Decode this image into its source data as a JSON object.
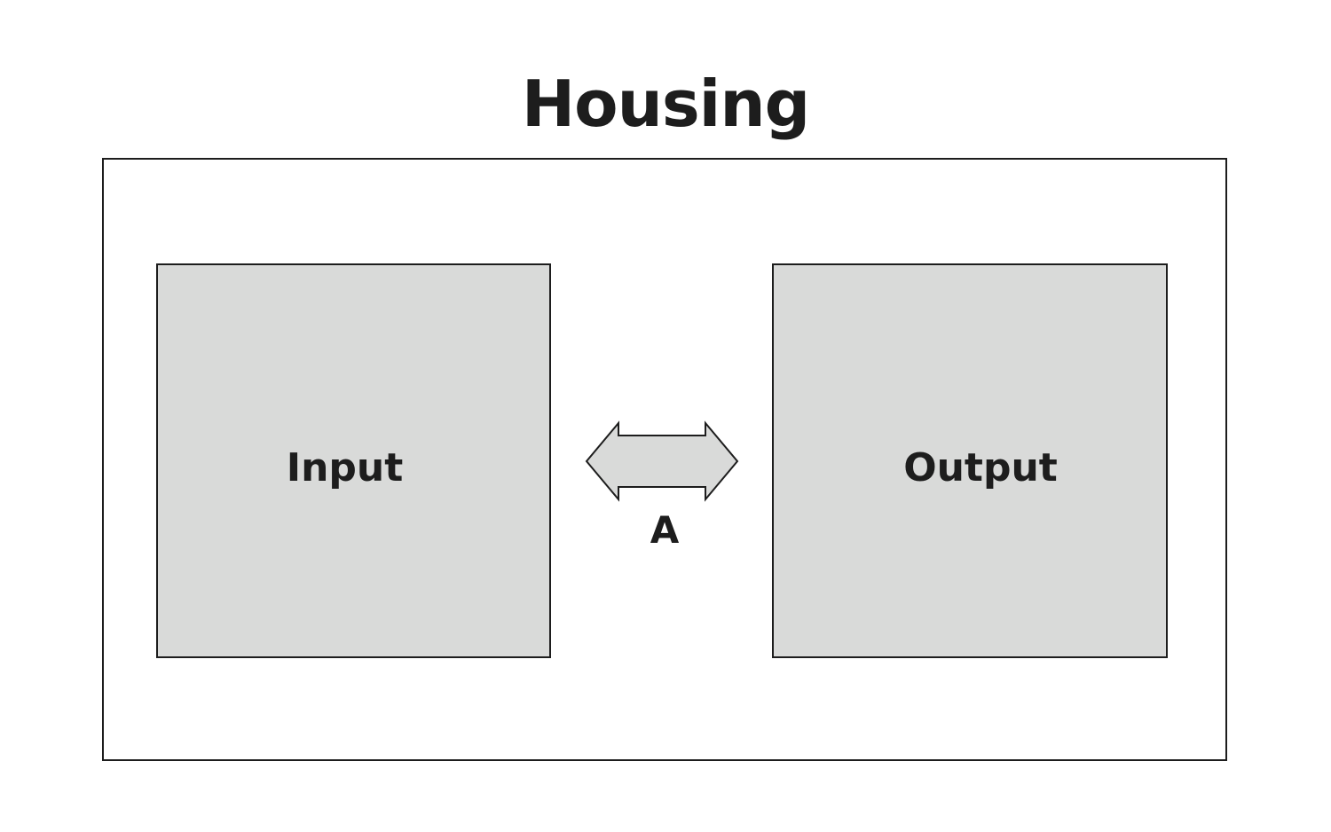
{
  "diagram": {
    "title": "Housing",
    "blocks": {
      "input": {
        "label": "Input"
      },
      "output": {
        "label": "Output"
      }
    },
    "connection": {
      "label": "A",
      "direction": "bidirectional",
      "from": "Input",
      "to": "Output"
    },
    "colors": {
      "block_fill": "#d9dad9",
      "stroke": "#1d1d1d",
      "background": "#ffffff"
    }
  }
}
